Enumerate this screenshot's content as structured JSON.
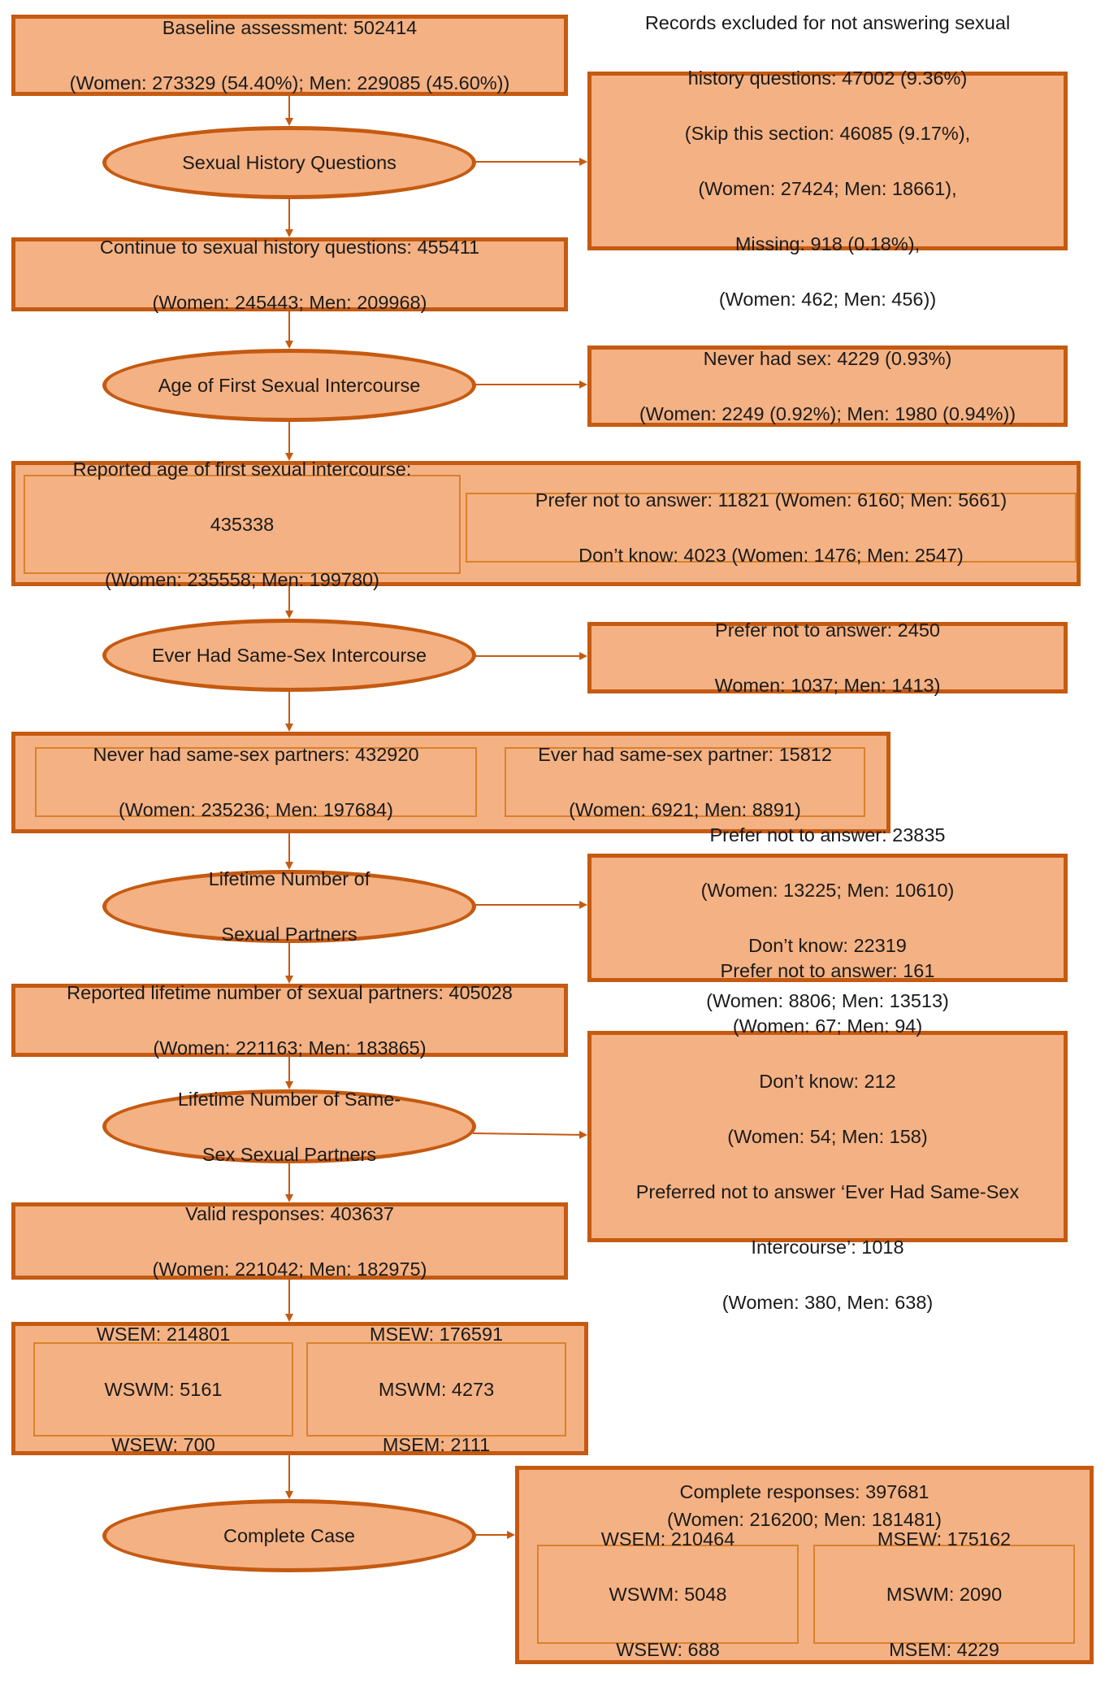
{
  "colors": {
    "fill": "#f4b183",
    "border": "#c55a11",
    "inner_border": "#d9822b",
    "line": "#c55a11"
  },
  "nodes": {
    "baseline": {
      "line1": "Baseline assessment: 502414",
      "line2": "(Women: 273329 (54.40%); Men: 229085 (45.60%))"
    },
    "q_sexual_history": "Sexual History Questions",
    "excluded": {
      "lines": [
        "Records excluded for not answering sexual",
        "history questions: 47002 (9.36%)",
        "(Skip this section: 46085 (9.17%),",
        "(Women: 27424; Men: 18661),",
        "Missing: 918 (0.18%),",
        "(Women: 462; Men: 456))"
      ]
    },
    "continue": {
      "line1": "Continue to sexual history questions: 455411",
      "line2": "(Women: 245443; Men: 209968)"
    },
    "q_age_first": "Age of First Sexual Intercourse",
    "never_sex": {
      "line1": "Never had sex: 4229 (0.93%)",
      "line2": "(Women: 2249 (0.92%); Men: 1980 (0.94%))"
    },
    "reported_age": {
      "left": {
        "line1": "Reported age of first sexual intercourse:",
        "line2": "435338",
        "line3": "(Women: 235558; Men: 199780)"
      },
      "right": {
        "line1": "Prefer not to answer: 11821 (Women: 6160; Men: 5661)",
        "line2": "Don’t know: 4023 (Women: 1476; Men: 2547)"
      }
    },
    "q_same_sex": "Ever Had Same-Sex Intercourse",
    "same_sex_pnta": {
      "line1": "Prefer not to answer: 2450",
      "line2": "Women: 1037; Men: 1413)"
    },
    "same_sex_split": {
      "left": {
        "line1": "Never had same-sex partners: 432920",
        "line2": "(Women: 235236; Men: 197684)"
      },
      "right": {
        "line1": "Ever had same-sex partner: 15812",
        "line2": "(Women: 6921; Men: 8891)"
      }
    },
    "q_lifetime": {
      "line1": "Lifetime Number of",
      "line2": "Sexual Partners"
    },
    "lifetime_pnta": {
      "lines": [
        "Prefer not to answer: 23835",
        "(Women: 13225; Men: 10610)",
        "Don’t know: 22319",
        "(Women: 8806; Men: 13513)"
      ]
    },
    "reported_lifetime": {
      "line1": "Reported lifetime number of sexual partners: 405028",
      "line2": "(Women: 221163; Men: 183865)"
    },
    "q_lifetime_same_sex": {
      "line1": "Lifetime Number of Same-",
      "line2": "Sex Sexual Partners"
    },
    "lifetime_same_sex_pnta": {
      "lines": [
        "Prefer not to answer: 161",
        "(Women: 67; Men: 94)",
        "Don’t know: 212",
        "(Women: 54; Men: 158)",
        "Preferred not to answer ‘Ever Had Same-Sex",
        "Intercourse’: 1018",
        "(Women: 380, Men: 638)"
      ]
    },
    "valid": {
      "line1": "Valid responses: 403637",
      "line2": "(Women: 221042; Men: 182975)"
    },
    "groups_valid": {
      "women": [
        "WSEM: 214801",
        "WSWM: 5161",
        "WSEW: 700"
      ],
      "men": [
        "MSEW: 176591",
        "MSWM: 4273",
        "MSEM: 2111"
      ]
    },
    "q_complete": "Complete Case",
    "complete": {
      "line1": "Complete responses: 397681",
      "line2": "(Women: 216200; Men: 181481)",
      "women": [
        "WSEM: 210464",
        "WSWM: 5048",
        "WSEW: 688"
      ],
      "men": [
        "MSEW: 175162",
        "MSWM: 2090",
        "MSEM: 4229"
      ]
    }
  }
}
